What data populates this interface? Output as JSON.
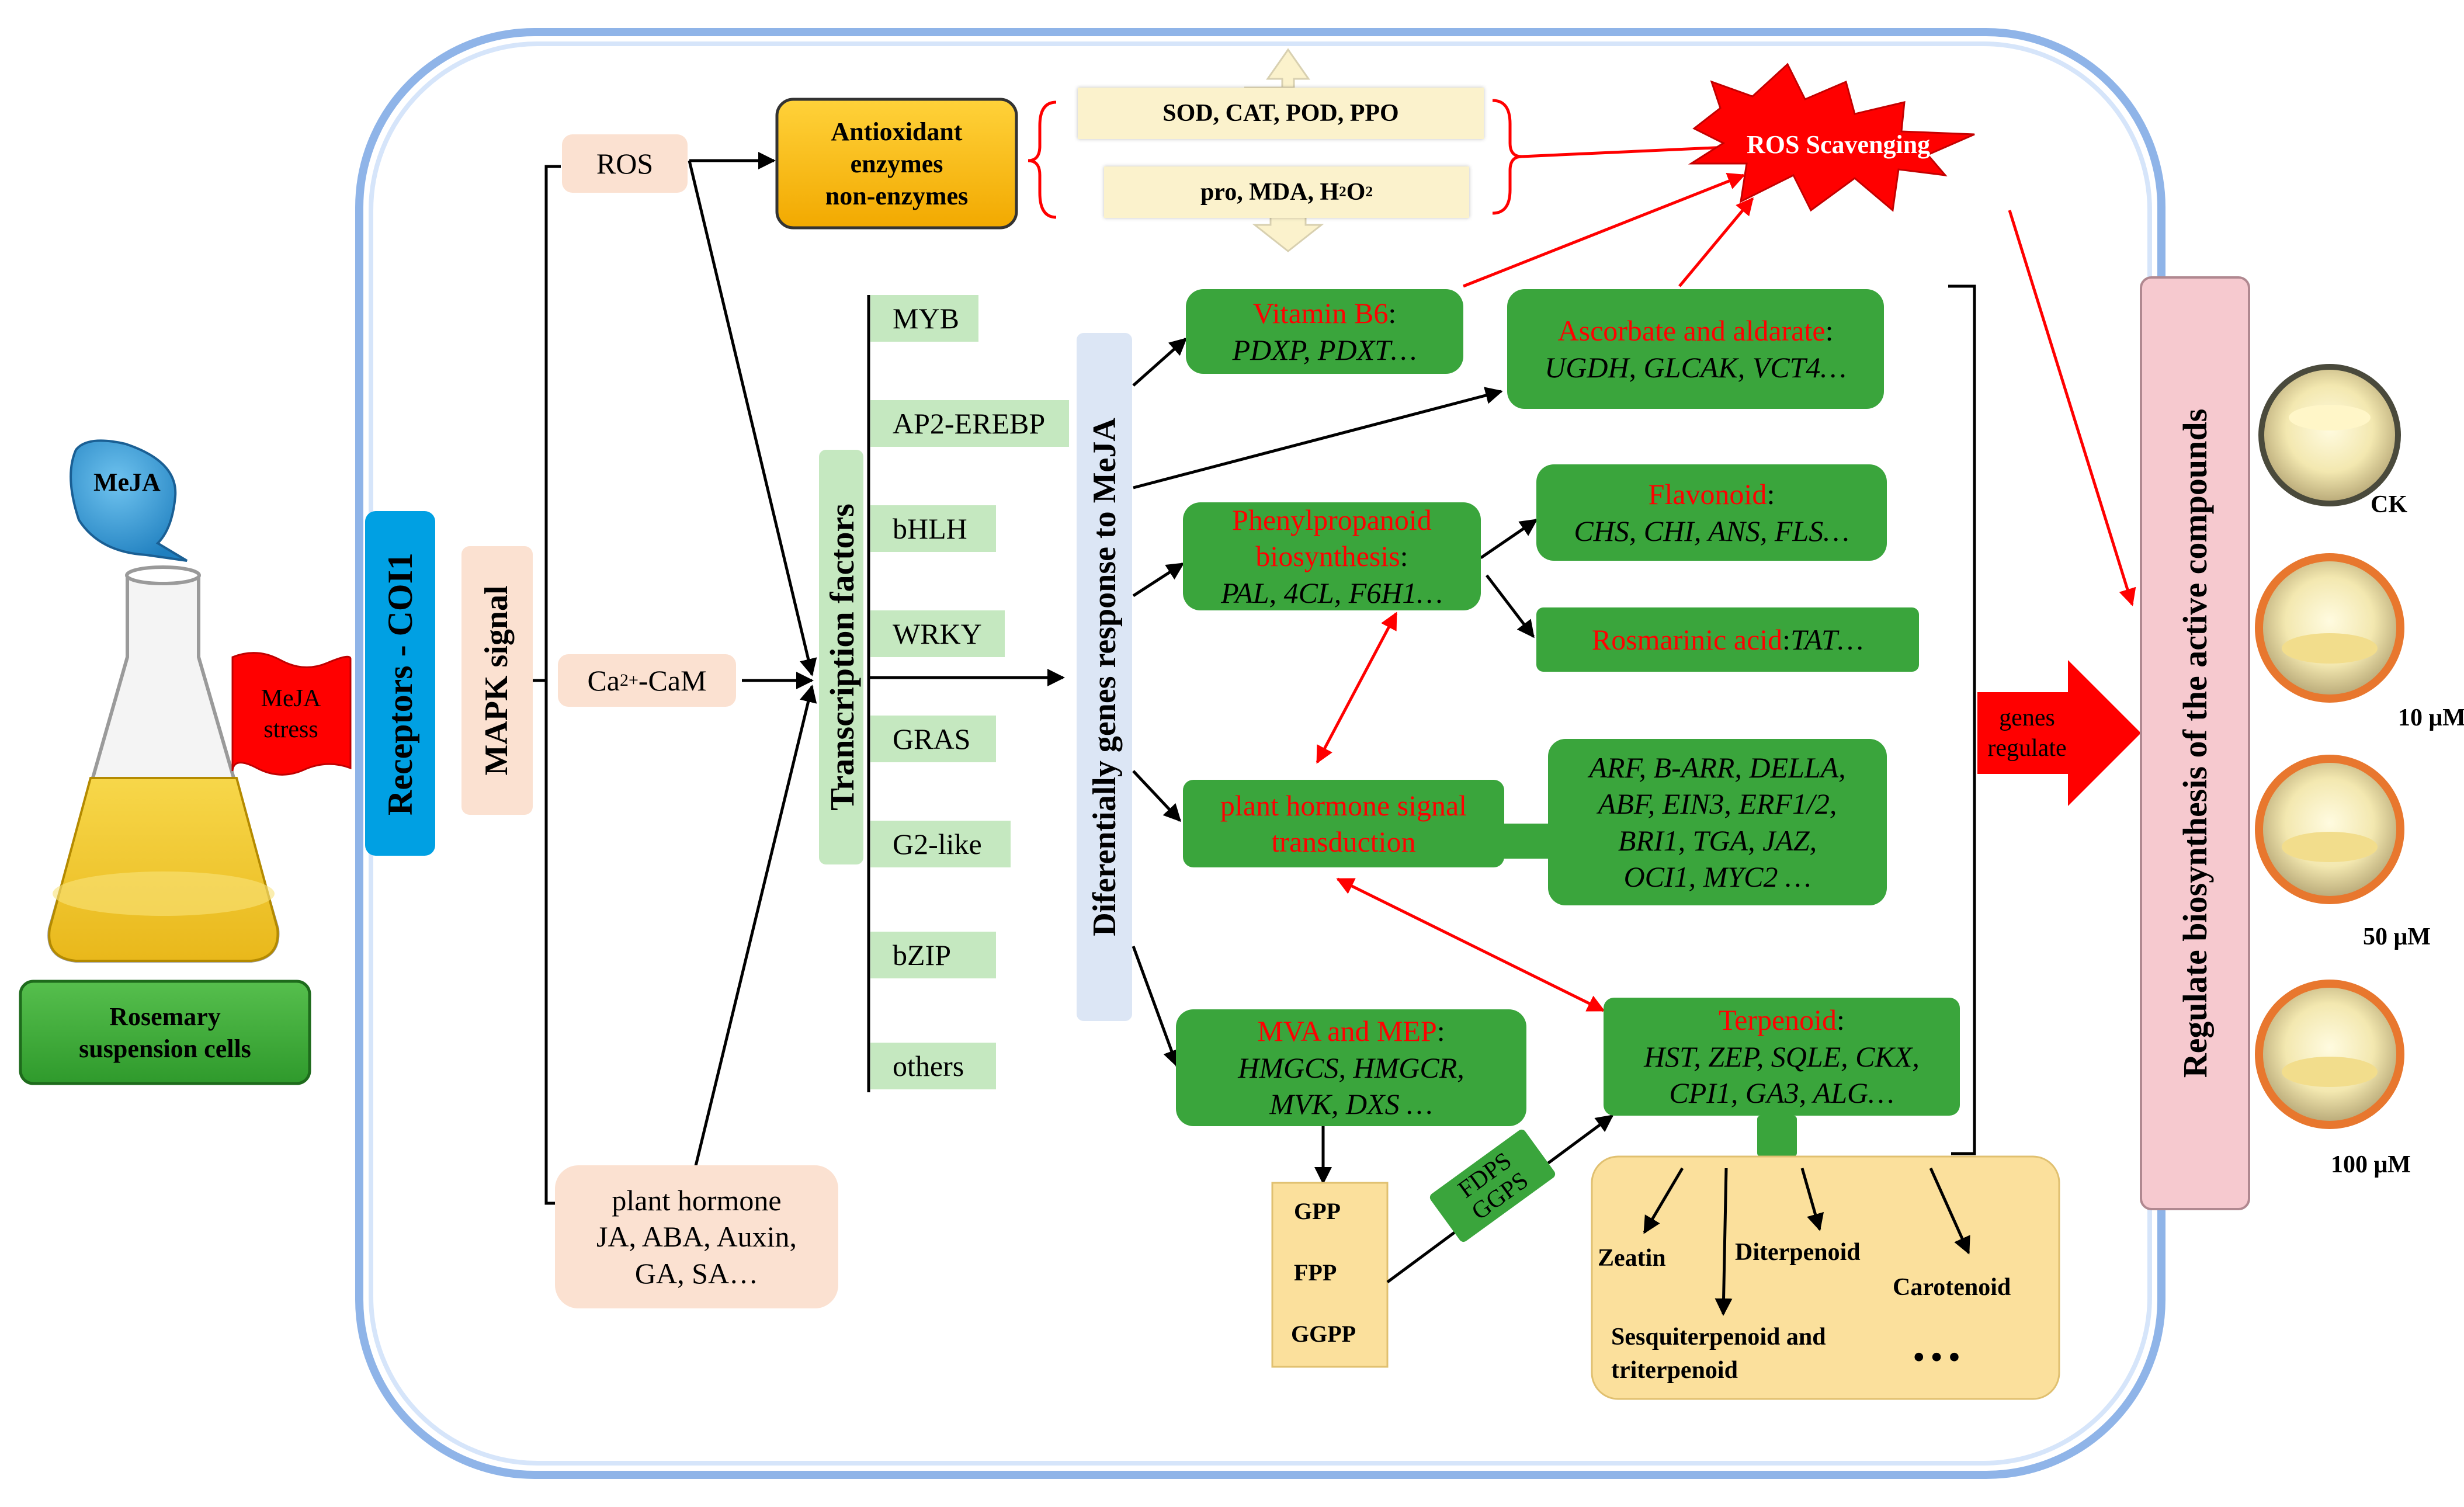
{
  "flask": {
    "meja_drop": "MeJA",
    "stress_flag": [
      "MeJA",
      "stress"
    ],
    "cells_label": [
      "Rosemary",
      "suspension cells"
    ]
  },
  "receptors": "Receptors - COI1",
  "mapk": "MAPK signal",
  "signals": {
    "ros": "ROS",
    "ca": "Ca",
    "ca_sup": "2+",
    "ca_suffix": "-CaM",
    "hormone": [
      "plant hormone",
      "JA, ABA, Auxin,",
      "GA, SA…"
    ]
  },
  "antioxidant": [
    "Antioxidant",
    "enzymes",
    "non-enzymes"
  ],
  "enzymes_top": "SOD, CAT, POD, PPO",
  "enzymes_bottom": {
    "pre": "pro, MDA, H",
    "sub1": "2",
    "mid": "O",
    "sub2": "2"
  },
  "ros_scavenging": "ROS Scavenging",
  "transcription_factors": {
    "label": "Transcription factors",
    "items": [
      "MYB",
      "AP2-EREBP",
      "bHLH",
      "WRKY",
      "GRAS",
      "G2-like",
      "bZIP",
      "others"
    ]
  },
  "deg_label": "Diferentially genes response to MeJA",
  "pathways": {
    "vitb6": {
      "title": "Vitamin B6",
      "sep": ":",
      "genes": "PDXP, PDXT…"
    },
    "ascorbate": {
      "title": "Ascorbate and aldarate",
      "sep": ":",
      "genes": "UGDH, GLCAK, VCT4…"
    },
    "phenyl": {
      "title": [
        "Phenylpropanoid",
        "biosynthesis"
      ],
      "sep": ":",
      "genes": "PAL, 4CL, F6H1…"
    },
    "flavonoid": {
      "title": "Flavonoid",
      "sep": ":",
      "genes": "CHS, CHI, ANS, FLS…"
    },
    "rosmarinic": {
      "title": "Rosmarinic acid",
      "sep": ":",
      "genes": "TAT…"
    },
    "hormone_signal": {
      "title": [
        "plant hormone signal",
        "transduction"
      ]
    },
    "hormone_genes": [
      "ARF, B-ARR, DELLA,",
      "ABF, EIN3, ERF1/2,",
      "BRI1, TGA, JAZ,",
      "OCI1, MYC2 …"
    ],
    "mva": {
      "title": "MVA and MEP",
      "sep": ":",
      "genes": [
        "HMGCS, HMGCR,",
        "MVK, DXS …"
      ]
    },
    "terpenoid": {
      "title": "Terpenoid",
      "sep": ":",
      "genes": [
        "HST, ZEP, SQLE, CKX,",
        "CPI1, GA3, ALG…"
      ]
    }
  },
  "precursors": [
    "GPP",
    "FPP",
    "GGPP"
  ],
  "fdps_ggps": [
    "FDPS",
    "GGPS"
  ],
  "terpenoid_products": {
    "zeatin": "Zeatin",
    "diterpenoid": "Diterpenoid",
    "carotenoid": "Carotenoid",
    "sesqui": [
      "Sesquiterpenoid and",
      "triterpenoid"
    ],
    "more": "…"
  },
  "genes_regulate": [
    "genes",
    "regulate"
  ],
  "regulate_label": "Regulate biosynthesis of the active compounds",
  "treatments": [
    "CK",
    "10 μM",
    "50 μM",
    "100 μM"
  ],
  "colors": {
    "green": "#3aa53c",
    "peach": "#fbe1d1",
    "tf_green": "#c5e8c0",
    "cream": "#fbf2cc",
    "red": "#ff0000",
    "blue_receptor": "#00a0e3",
    "gold": "#ffc000",
    "pink_panel": "#f6c9cf",
    "frame_blue": "#8fb4e8"
  }
}
